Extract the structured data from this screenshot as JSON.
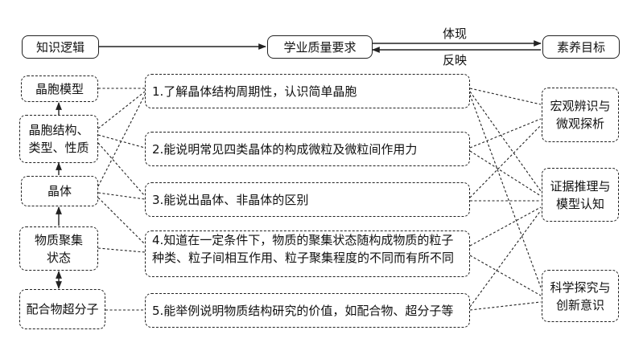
{
  "header": {
    "logic": "知识逻辑",
    "quality": "学业质量要求",
    "literacy": "素养目标",
    "embody": "体现",
    "reflect": "反映"
  },
  "knowledge": {
    "cell_model": "晶胞模型",
    "structure_line1": "晶胞结构、",
    "structure_line2": "类型、性质",
    "crystal": "晶体",
    "aggregate_line1": "物质聚集",
    "aggregate_line2": "状态",
    "complex": "配合物超分子"
  },
  "requirements": {
    "r1": "1.了解晶体结构周期性，认识简单晶胞",
    "r2": "2.能说明常见四类晶体的构成微粒及微粒间作用力",
    "r3": "3.能说出晶体、非晶体的区别",
    "r4_line1": "4.知道在一定条件下，物质的聚集状态随构成物质的粒子",
    "r4_line2": "种类、粒子间相互作用、粒子聚集程度的不同而有所不同",
    "r5": "5.能举例说明物质结构研究的价值，如配合物、超分子等"
  },
  "literacy": {
    "g1_line1": "宏观辨识与",
    "g1_line2": "微观探析",
    "g2_line1": "证据推理与",
    "g2_line2": "模型认知",
    "g3_line1": "科学探究与",
    "g3_line2": "创新意识"
  },
  "colors": {
    "stroke": "#222222",
    "text": "#111111"
  }
}
